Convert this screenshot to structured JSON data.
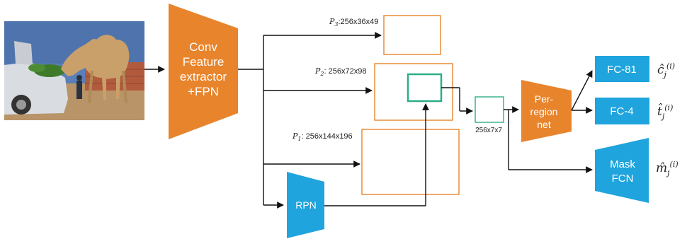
{
  "diagram": {
    "colors": {
      "orange": "#E8842C",
      "blue": "#1FA4DD",
      "green": "#2DAE88",
      "arrow": "#111111",
      "text_dark": "#222222",
      "text_light": "#ffffff"
    },
    "photo": {
      "description_icon": "camel-photo"
    },
    "extractor": {
      "line1": "Conv",
      "line2": "Feature",
      "line3": "extractor",
      "line4": "+FPN"
    },
    "rpn": {
      "label": "RPN"
    },
    "maps": {
      "p3": {
        "symbol": "P",
        "sub": "3",
        "dims": ":256x36x49"
      },
      "p2": {
        "symbol": "P",
        "sub": "2",
        "dims": ": 256x72x98"
      },
      "p1": {
        "symbol": "P",
        "sub": "1",
        "dims": ": 256x144x196"
      }
    },
    "roi": {
      "label": "256x7x7"
    },
    "per_region": {
      "line1": "Per-",
      "line2": "region",
      "line3": "net"
    },
    "heads": {
      "fc81": {
        "label": "FC-81",
        "out_base": "ĉ",
        "out_sub": "j",
        "out_sup": "(i)"
      },
      "fc4": {
        "label": "FC-4",
        "out_base": "t̂",
        "out_sub": "j",
        "out_sup": "(i)"
      },
      "mask": {
        "line1": "Mask",
        "line2": "FCN",
        "out_base": "m̂",
        "out_sub": "j",
        "out_sup": "(i)"
      }
    }
  }
}
